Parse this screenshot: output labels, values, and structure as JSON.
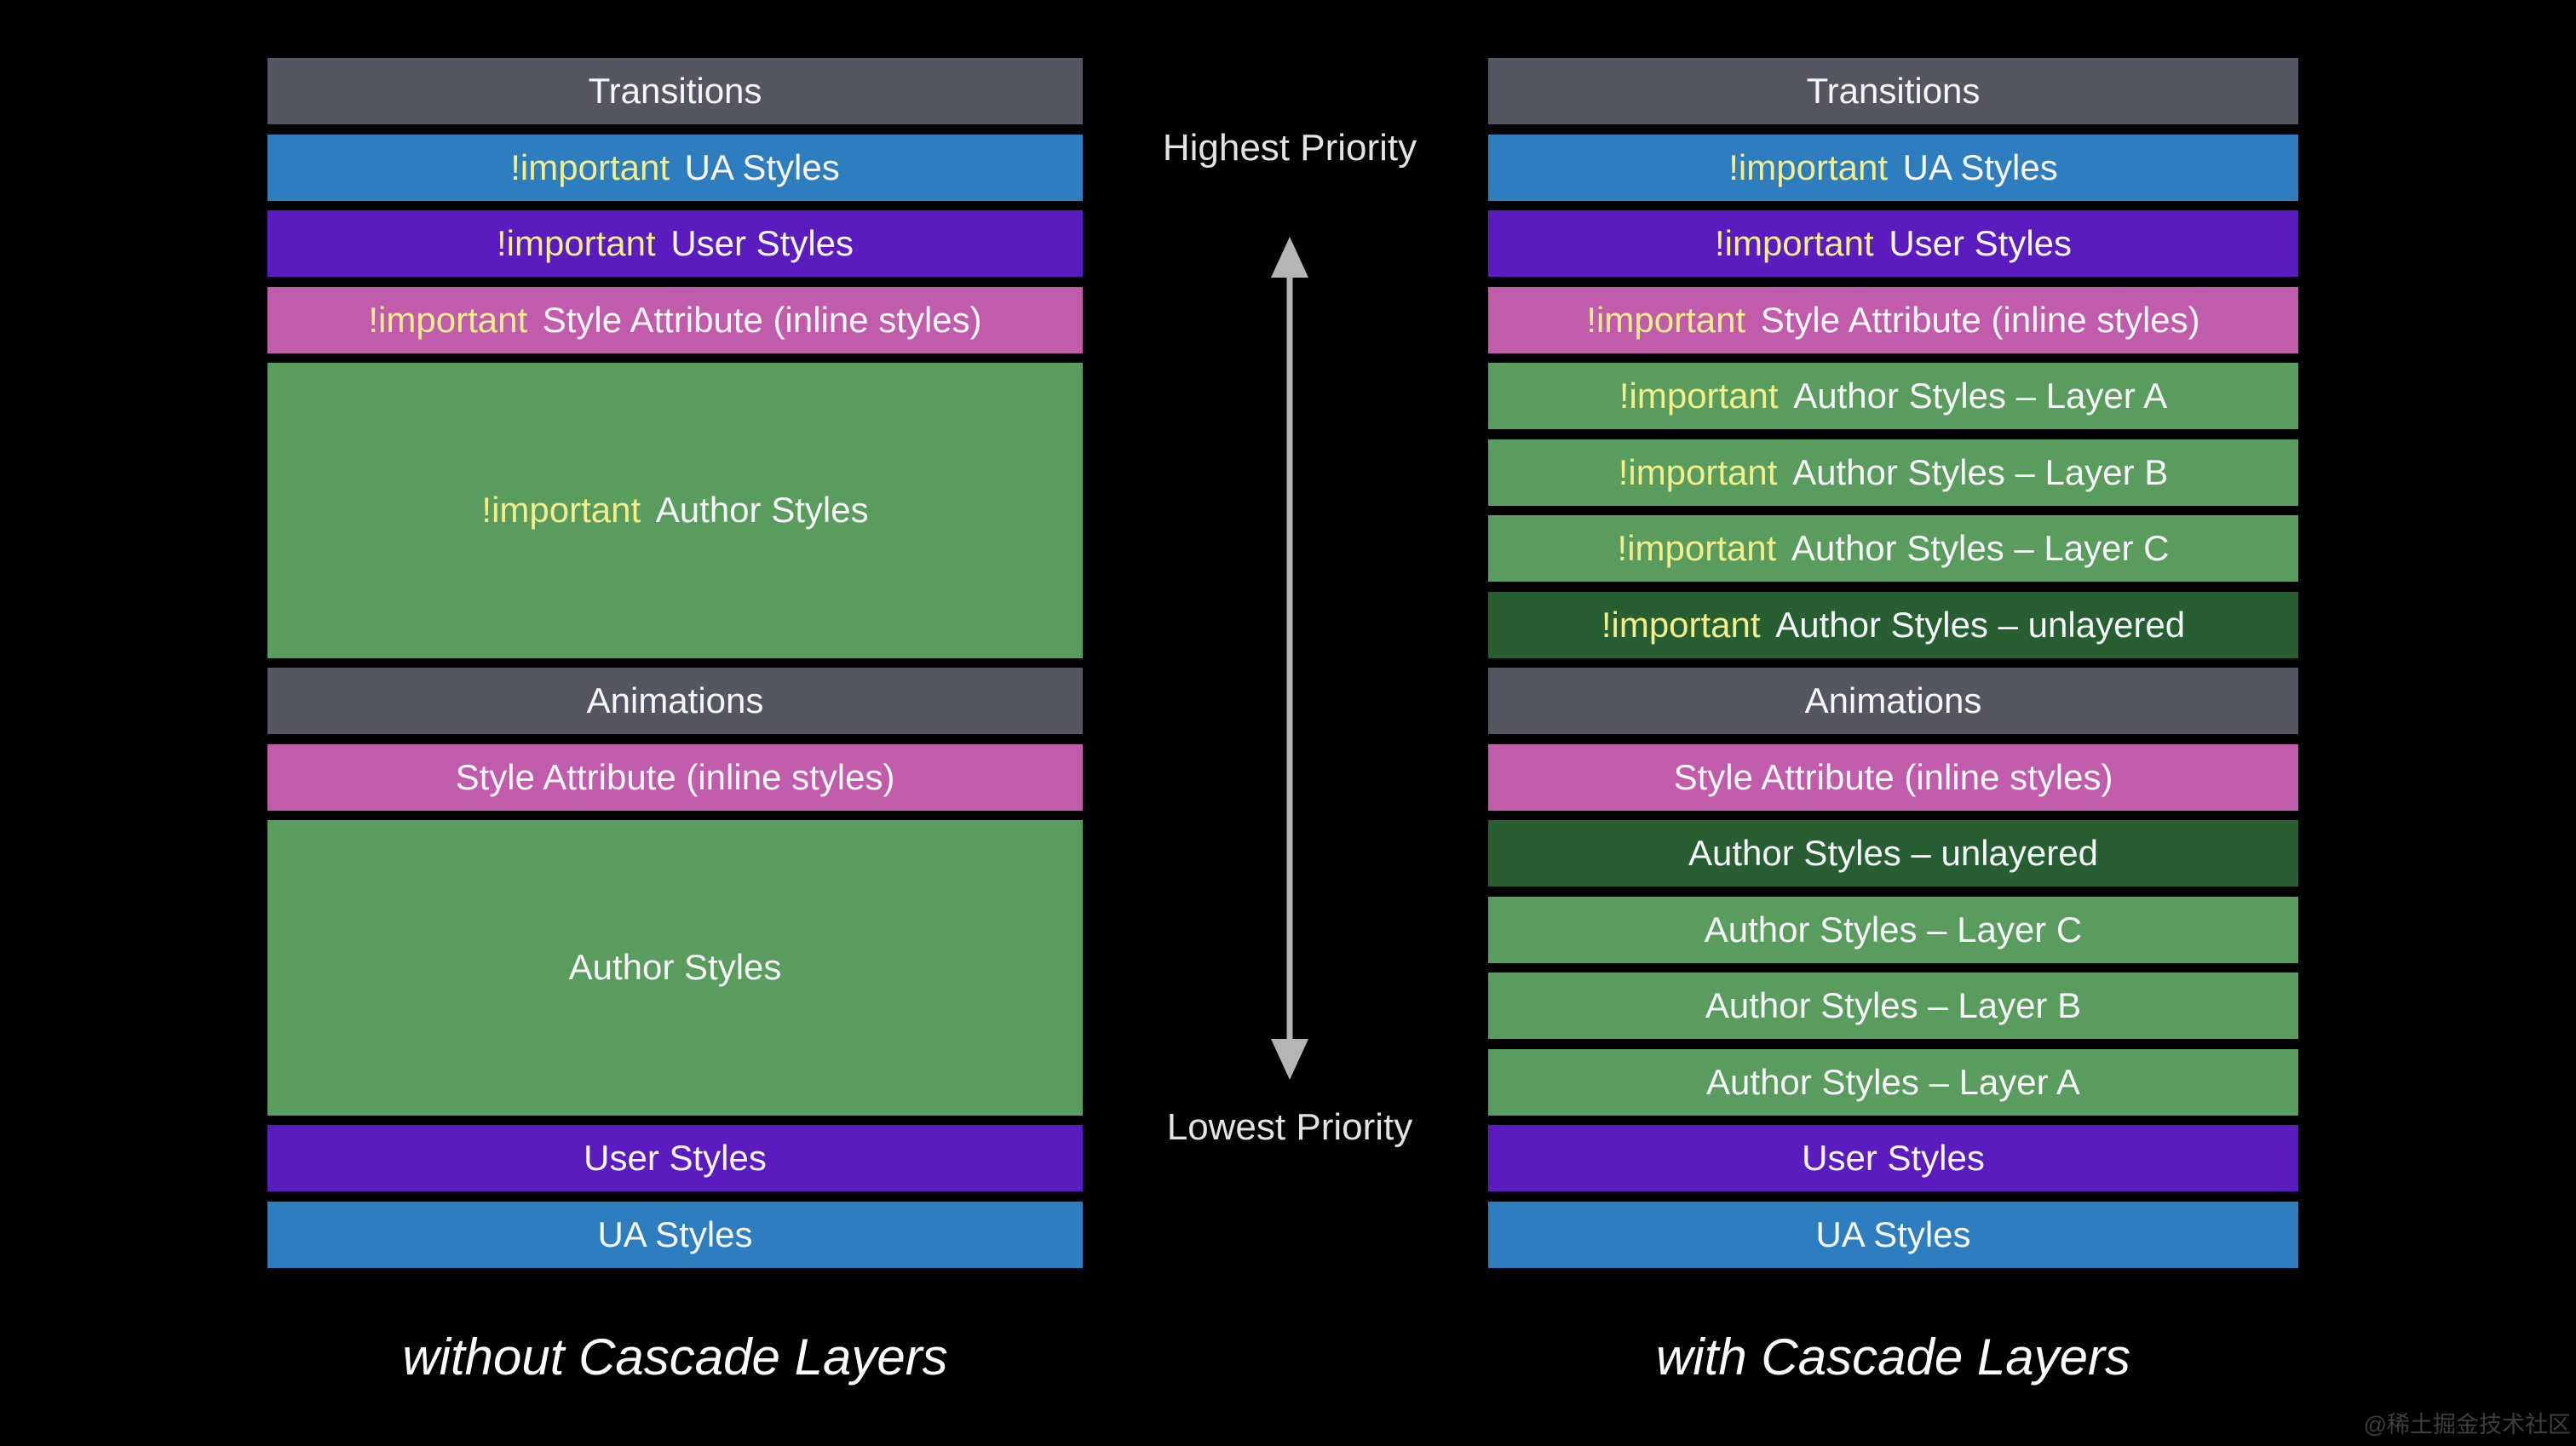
{
  "page": {
    "background": "#000000",
    "watermark": "@稀土掘金技术社区"
  },
  "axis": {
    "highest": "Highest Priority",
    "lowest": "Lowest Priority",
    "arrow_color": "#b5b5b8"
  },
  "palette": {
    "transitions_animations_gray": "#545661",
    "ua_styles_blue": "#2e7dbf",
    "user_styles_purple": "#5a1cbe",
    "style_attribute_pink": "#c05cab",
    "author_styles_green": "#599c5e",
    "author_unlayered_dark_green": "#275f33",
    "important_yellow": "#f2ee8a",
    "label_white": "#f7f7f9"
  },
  "columns": {
    "without": {
      "caption": "without Cascade Layers",
      "rows": [
        {
          "label": "Transitions"
        },
        {
          "prefix": "!important",
          "label": "UA Styles"
        },
        {
          "prefix": "!important",
          "label": "User Styles"
        },
        {
          "prefix": "!important",
          "label": "Style Attribute (inline styles)"
        },
        {
          "prefix": "!important",
          "label": "Author Styles"
        },
        {
          "label": "Animations"
        },
        {
          "label": "Style Attribute (inline styles)"
        },
        {
          "label": "Author Styles"
        },
        {
          "label": "User Styles"
        },
        {
          "label": "UA Styles"
        }
      ]
    },
    "with": {
      "caption": "with Cascade Layers",
      "rows": [
        {
          "label": "Transitions"
        },
        {
          "prefix": "!important",
          "label": "UA Styles"
        },
        {
          "prefix": "!important",
          "label": "User Styles"
        },
        {
          "prefix": "!important",
          "label": "Style Attribute (inline styles)"
        },
        {
          "prefix": "!important",
          "label": "Author Styles – Layer A"
        },
        {
          "prefix": "!important",
          "label": "Author Styles – Layer B"
        },
        {
          "prefix": "!important",
          "label": "Author Styles – Layer C"
        },
        {
          "prefix": "!important",
          "label": "Author Styles – unlayered"
        },
        {
          "label": "Animations"
        },
        {
          "label": "Style Attribute (inline styles)"
        },
        {
          "label": "Author Styles – unlayered"
        },
        {
          "label": "Author Styles – Layer C"
        },
        {
          "label": "Author Styles – Layer B"
        },
        {
          "label": "Author Styles – Layer A"
        },
        {
          "label": "User Styles"
        },
        {
          "label": "UA Styles"
        }
      ]
    }
  }
}
